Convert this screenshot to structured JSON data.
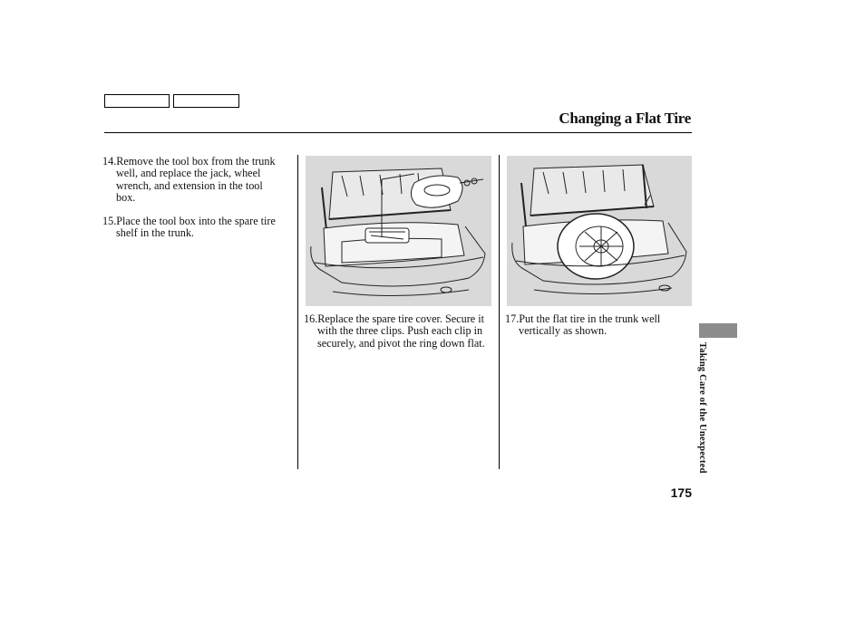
{
  "header": {
    "nav_buttons": [
      "",
      ""
    ],
    "title": "Changing a Flat Tire"
  },
  "steps": [
    {
      "num": "14.",
      "text": "Remove the tool box from the trunk well, and replace the jack, wheel wrench, and extension in the tool box."
    },
    {
      "num": "15.",
      "text": "Place the tool box into the spare tire shelf in the trunk."
    },
    {
      "num": "16.",
      "text": "Replace the spare tire cover. Secure it with the three clips. Push each clip in securely, and pivot the ring down flat."
    },
    {
      "num": "17.",
      "text": "Put the flat tire in the trunk well vertically as shown."
    }
  ],
  "sidebar": {
    "section_label": "Taking Care of the Unexpected",
    "tab_color": "#8c8c8c"
  },
  "footer": {
    "page_number": "175"
  },
  "figures": {
    "fig16": "open-trunk-spare-tire-cover-illustration",
    "fig17": "open-trunk-flat-tire-vertical-illustration"
  }
}
